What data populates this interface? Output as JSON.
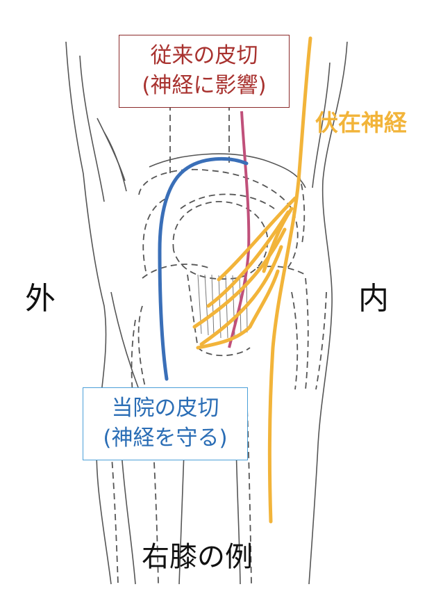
{
  "labels": {
    "conventional_incision": [
      "従来の皮切",
      "(神経に影響)"
    ],
    "our_incision": [
      "当院の皮切",
      "(神経を守る)"
    ],
    "saphenous_nerve": "伏在神経",
    "lateral": "外",
    "medial": "内",
    "caption": "右膝の例"
  },
  "colors": {
    "conventional": "#c0507a",
    "conventional_text": "#a8322f",
    "our": "#3a6fb8",
    "nerve": "#f2b43a",
    "sketch": "#555555"
  }
}
